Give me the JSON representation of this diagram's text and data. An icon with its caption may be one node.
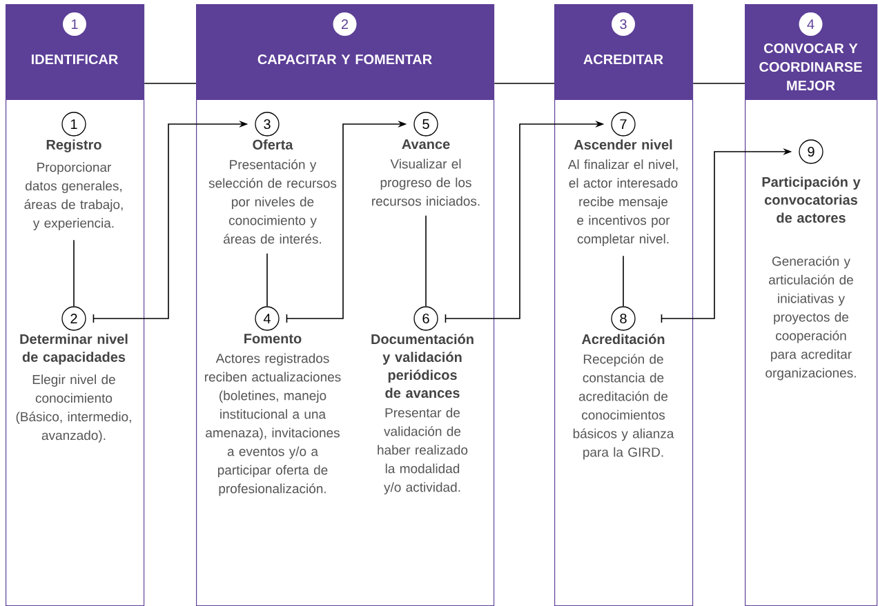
{
  "diagram": {
    "nodes": [
      {
        "text": [
          "1",
          "IDENTIFICAR"
        ]
      },
      {
        "text": [
          "1"
        ],
        "in": 0,
        "beside": [
          "Registro",
          "Proporcionar datos generales, áreas de trabajo, y experiencia."
        ]
      },
      {
        "text": [
          "2"
        ],
        "in": 0,
        "beside": [
          "Determinar nivel de capacidades",
          "Elegir nivel de conocimiento (Básico, intermedio, avanzado)."
        ]
      },
      {
        "text": [
          "2",
          "CAPACITAR Y FOMENTAR"
        ]
      },
      {
        "text": [
          "3"
        ],
        "in": 3,
        "beside": [
          "Oferta",
          "Presentación y selección de recursos por niveles de conocimiento y áreas de interés."
        ]
      },
      {
        "text": [
          "4"
        ],
        "in": 3,
        "beside": [
          "Fomento",
          "Actores registrados reciben actualizaciones (boletines, manejo institucional a una amenaza), invitaciones a eventos y/o a participar oferta de profesionalización."
        ]
      },
      {
        "text": [
          "5"
        ],
        "in": 3,
        "beside": [
          "Avance",
          "Visualizar el progreso de los recursos iniciados."
        ]
      },
      {
        "text": [
          "6"
        ],
        "in": 3,
        "beside": [
          "Documentación y validación periódicos de avances",
          "Presentar de validación de haber realizado la modalidad y/o actividad."
        ]
      },
      {
        "text": [
          "3",
          "ACREDITAR"
        ]
      },
      {
        "text": [
          "7"
        ],
        "in": 8,
        "beside": [
          "Ascender nivel",
          "Al finalizar el nivel, el actor interesado recibe mensaje e incentivos por completar nivel."
        ]
      },
      {
        "text": [
          "8"
        ],
        "in": 8,
        "beside": [
          "Acreditación",
          "Recepción de constancia de acreditación de conocimientos básicos y alianza para la GIRD."
        ]
      },
      {
        "text": [
          "4",
          "CONVOCAR Y COORDINARSE MEJOR"
        ]
      },
      {
        "text": [
          "9"
        ],
        "in": 11,
        "beside": [
          "Participación y convocatorias de actores",
          "Generación y articulación de iniciativas y proyectos de cooperación para acreditar organizaciones."
        ]
      }
    ],
    "edges": [
      {
        "from": 0,
        "to": 3,
        "arrow": "none"
      },
      {
        "from": 3,
        "to": 8,
        "arrow": "none"
      },
      {
        "from": 8,
        "to": 11,
        "arrow": "none"
      },
      {
        "from": 1,
        "to": 2,
        "arrow": "none"
      },
      {
        "from": 2,
        "to": 4,
        "arrow": "to"
      },
      {
        "from": 4,
        "to": 5,
        "arrow": "none"
      },
      {
        "from": 5,
        "to": 6,
        "arrow": "to"
      },
      {
        "from": 6,
        "to": 7,
        "arrow": "none"
      },
      {
        "from": 7,
        "to": 9,
        "arrow": "to"
      },
      {
        "from": 9,
        "to": 10,
        "arrow": "none"
      },
      {
        "from": 10,
        "to": 12,
        "arrow": "to"
      }
    ]
  }
}
